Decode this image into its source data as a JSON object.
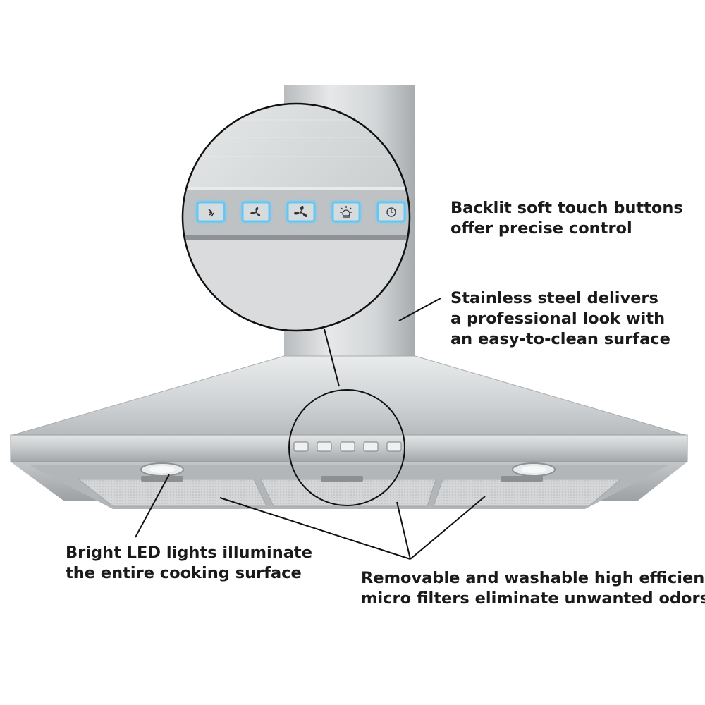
{
  "callouts": {
    "buttons": {
      "line1": "Backlit soft touch buttons",
      "line2": "offer precise control"
    },
    "steel": {
      "line1": "Stainless steel delivers",
      "line2": "a professional look with",
      "line3": "an easy-to-clean surface"
    },
    "led": {
      "line1": "Bright LED lights illuminate",
      "line2": "the entire cooking surface"
    },
    "filters": {
      "line1": "Removable and washable high efficiency",
      "line2": "micro filters eliminate unwanted odors"
    }
  },
  "controls": {
    "buttons": [
      {
        "icon": "fan-low-icon"
      },
      {
        "icon": "fan-medium-icon"
      },
      {
        "icon": "fan-high-icon"
      },
      {
        "icon": "light-icon"
      },
      {
        "icon": "timer-icon"
      }
    ]
  },
  "colors": {
    "steel": "#c9ccce",
    "backlight": "#5fc8f5",
    "text": "#1a1a1a"
  }
}
